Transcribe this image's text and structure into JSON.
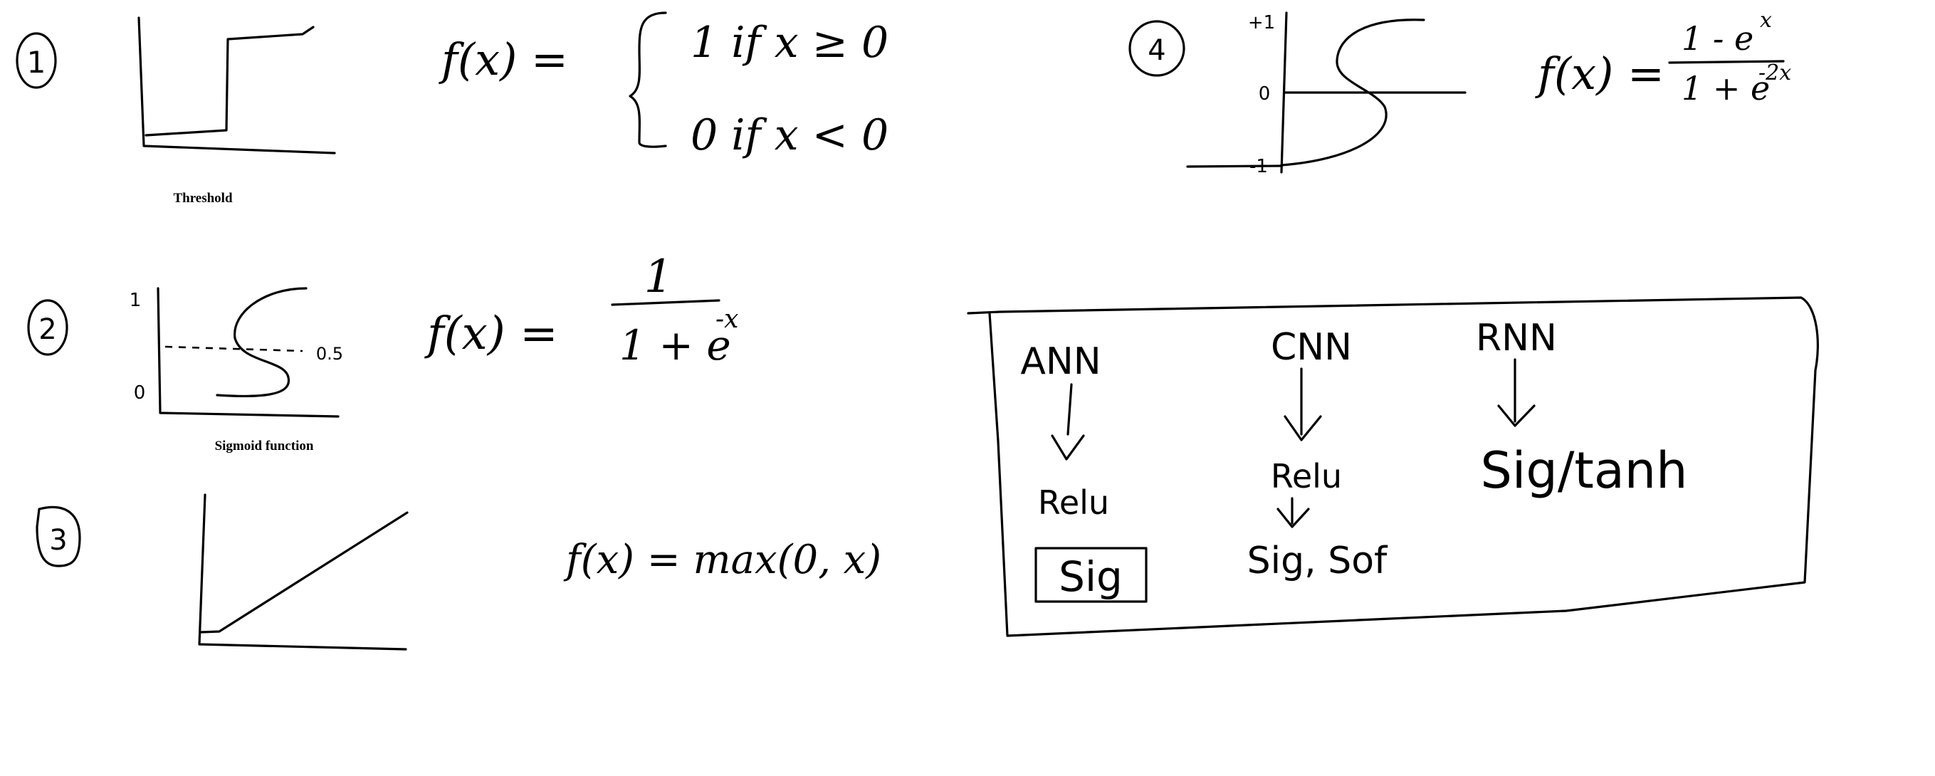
{
  "diagram": {
    "ink_color": "#000000",
    "background": "#ffffff"
  },
  "sections": [
    {
      "number": "1",
      "caption": "Threshold",
      "formula_lhs": "f(x) =",
      "case_top": "1  if  x ≥ 0",
      "case_bottom": "0  if  x < 0"
    },
    {
      "number": "2",
      "caption": "Sigmoid function",
      "y_top": "1",
      "y_bottom": "0",
      "midline": "0.5",
      "formula_lhs": "f(x) =",
      "numerator": "1",
      "denominator": "1 + e",
      "exponent": "-x"
    },
    {
      "number": "3",
      "formula": "f(x) = max(0, x)"
    },
    {
      "number": "4",
      "y_top": "+1",
      "y_mid": "0",
      "y_bottom": "-1",
      "formula_lhs": "f(x) =",
      "numerator": "1 - e",
      "numerator_exponent": "x",
      "denominator": "1 + e",
      "denominator_exponent": "-2x"
    }
  ],
  "network_box": {
    "columns": [
      {
        "network": "ANN",
        "activation": "Relu",
        "boxed_output": "Sig"
      },
      {
        "network": "CNN",
        "activation": "Relu",
        "output": "Sig, Sof"
      },
      {
        "network": "RNN",
        "activation": "Sig/tanh"
      }
    ]
  }
}
